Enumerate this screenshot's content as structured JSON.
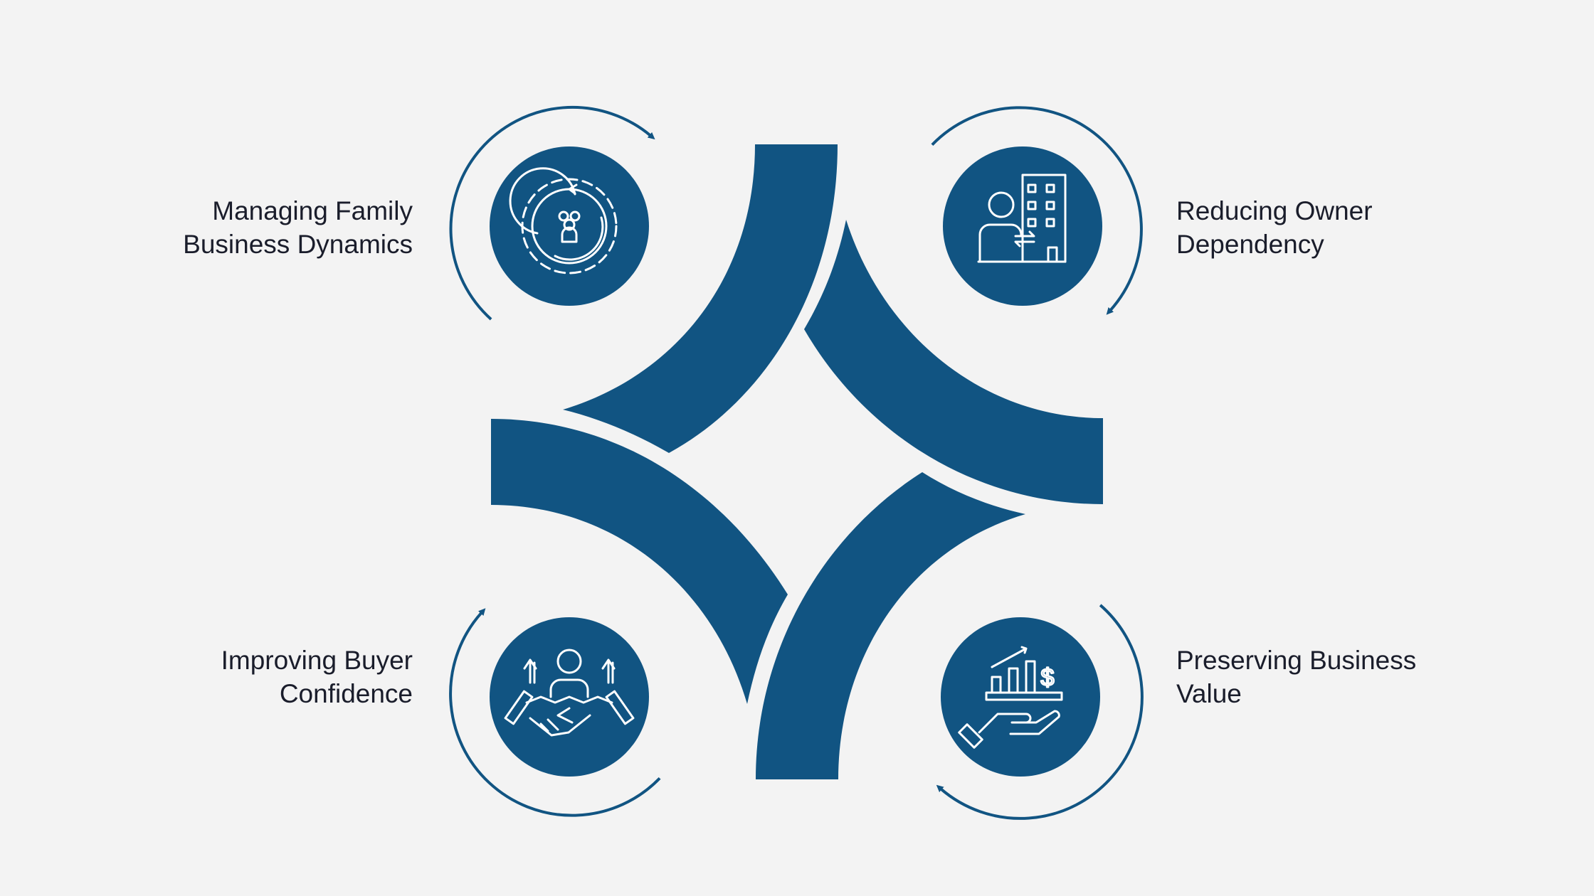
{
  "colors": {
    "primary": "#115482",
    "background": "#f3f3f3",
    "text": "#1a1d2b",
    "icon": "#ffffff"
  },
  "items": [
    {
      "id": "family",
      "lines": [
        "Managing Family",
        "Business Dynamics"
      ],
      "icon": "gear-family-cycle-icon"
    },
    {
      "id": "owner",
      "lines": [
        "Reducing Owner",
        "Dependency"
      ],
      "icon": "person-building-transfer-icon"
    },
    {
      "id": "buyer",
      "lines": [
        "Improving Buyer",
        "Confidence"
      ],
      "icon": "handshake-growth-icon"
    },
    {
      "id": "value",
      "lines": [
        "Preserving Business",
        "Value"
      ],
      "icon": "hand-chart-dollar-icon"
    }
  ]
}
